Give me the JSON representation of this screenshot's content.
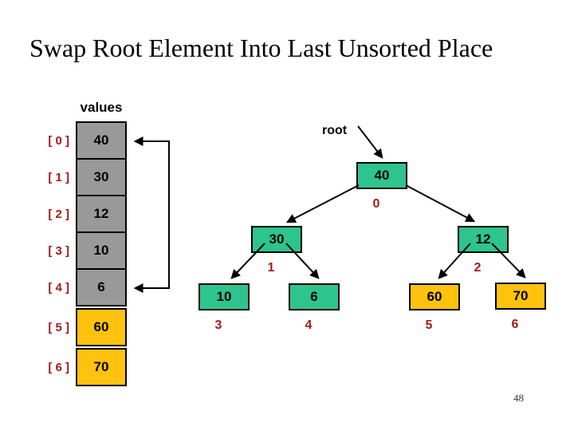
{
  "slide": {
    "title": "Swap Root Element Into Last Unsorted Place",
    "page_number": "48"
  },
  "array": {
    "label": "values",
    "cells": [
      {
        "index_label": "[ 0 ]",
        "value": "40",
        "state": "heap"
      },
      {
        "index_label": "[ 1 ]",
        "value": "30",
        "state": "heap"
      },
      {
        "index_label": "[ 2 ]",
        "value": "12",
        "state": "heap"
      },
      {
        "index_label": "[ 3 ]",
        "value": "10",
        "state": "heap"
      },
      {
        "index_label": "[ 4 ]",
        "value": "6",
        "state": "heap"
      },
      {
        "index_label": "[ 5 ]",
        "value": "60",
        "state": "sorted"
      },
      {
        "index_label": "[ 6 ]",
        "value": "70",
        "state": "sorted"
      }
    ]
  },
  "tree": {
    "root_pointer_label": "root",
    "nodes": [
      {
        "id": "0",
        "value": "40",
        "index_label": "0",
        "state": "heap"
      },
      {
        "id": "1",
        "value": "30",
        "index_label": "1",
        "state": "heap"
      },
      {
        "id": "2",
        "value": "12",
        "index_label": "2",
        "state": "heap"
      },
      {
        "id": "3",
        "value": "10",
        "index_label": "3",
        "state": "heap"
      },
      {
        "id": "4",
        "value": "6",
        "index_label": "4",
        "state": "heap"
      },
      {
        "id": "5",
        "value": "60",
        "index_label": "5",
        "state": "sorted"
      },
      {
        "id": "6",
        "value": "70",
        "index_label": "6",
        "state": "sorted"
      }
    ]
  },
  "colors": {
    "heap_array_cell": "#999999",
    "heap_tree_node": "#2EC48F",
    "sorted_cell": "#FFC20E",
    "index_label_red": "#A21C1C"
  }
}
